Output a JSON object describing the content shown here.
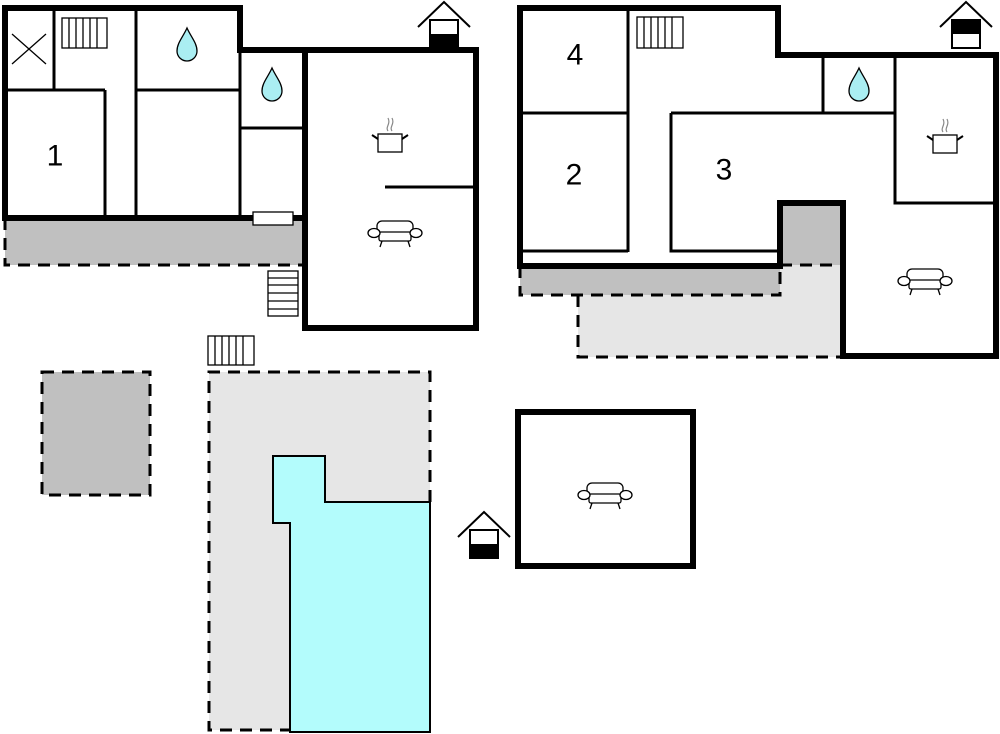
{
  "rooms": {
    "bedroom_1": "1",
    "bedroom_2": "2",
    "bedroom_3": "3",
    "bedroom_4": "4"
  },
  "colors": {
    "pool": "#b3fcfc",
    "water_drop": "#aaeef2",
    "terrace_dark": "#c0c0c0",
    "terrace_light": "#e6e6e6",
    "wall": "#000000"
  },
  "icons": [
    "stairs-icon",
    "water-drop-icon",
    "cooking-pot-icon",
    "sofa-icon",
    "house-icon",
    "cross-icon",
    "fireplace-icon"
  ]
}
